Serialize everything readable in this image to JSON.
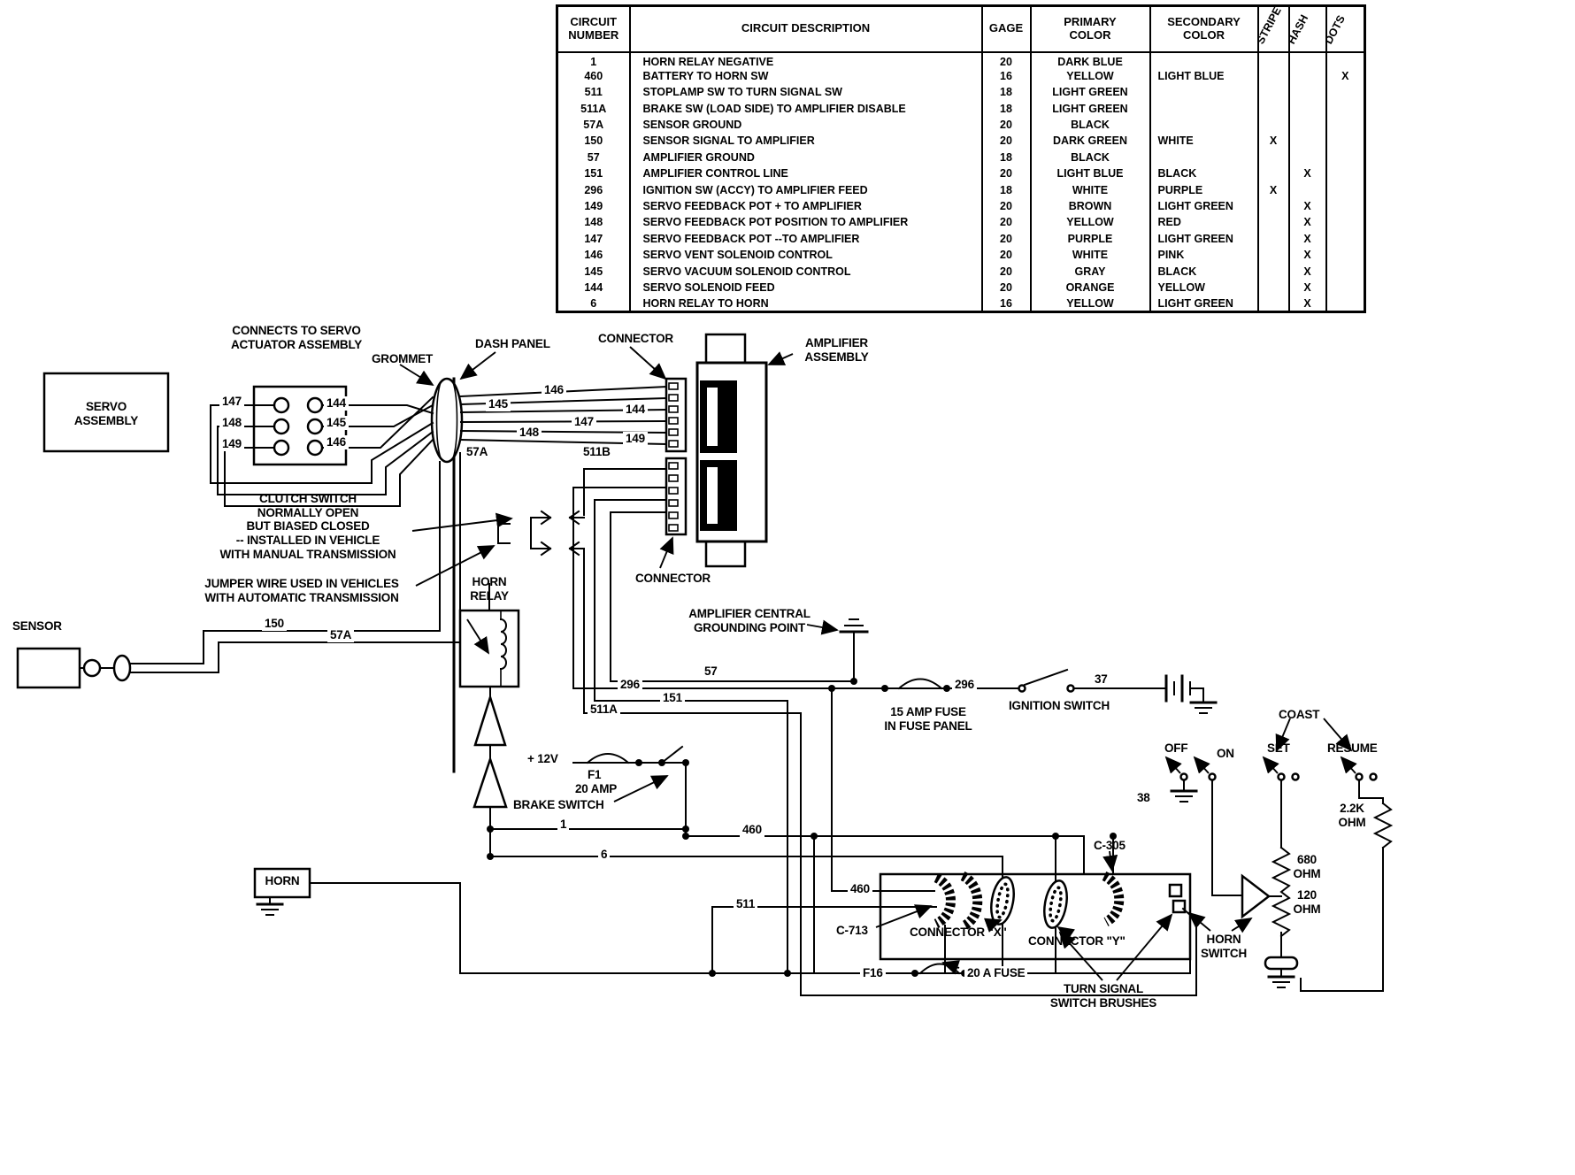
{
  "wire_table": {
    "headers": {
      "circuit_number": "CIRCUIT\nNUMBER",
      "description": "CIRCUIT DESCRIPTION",
      "gage": "GAGE",
      "primary_color": "PRIMARY\nCOLOR",
      "secondary_color": "SECONDARY\nCOLOR",
      "stripe": "STRIPE",
      "hash": "HASH",
      "dots": "DOTS"
    },
    "rows": [
      {
        "num": "1",
        "desc": "HORN RELAY NEGATIVE",
        "gage": "20",
        "primary": "DARK BLUE",
        "secondary": "",
        "stripe": "",
        "hash": "",
        "dots": ""
      },
      {
        "num": "460",
        "desc": "BATTERY TO HORN SW",
        "gage": "16",
        "primary": "YELLOW",
        "secondary": "LIGHT BLUE",
        "stripe": "",
        "hash": "",
        "dots": "X"
      },
      {
        "num": "511",
        "desc": "STOPLAMP SW TO TURN SIGNAL SW",
        "gage": "18",
        "primary": "LIGHT GREEN",
        "secondary": "",
        "stripe": "",
        "hash": "",
        "dots": ""
      },
      {
        "num": "511A",
        "desc": "BRAKE SW (LOAD SIDE) TO AMPLIFIER DISABLE",
        "gage": "18",
        "primary": "LIGHT GREEN",
        "secondary": "",
        "stripe": "",
        "hash": "",
        "dots": ""
      },
      {
        "num": "57A",
        "desc": "SENSOR GROUND",
        "gage": "20",
        "primary": "BLACK",
        "secondary": "",
        "stripe": "",
        "hash": "",
        "dots": ""
      },
      {
        "num": "150",
        "desc": "SENSOR SIGNAL TO AMPLIFIER",
        "gage": "20",
        "primary": "DARK GREEN",
        "secondary": "WHITE",
        "stripe": "X",
        "hash": "",
        "dots": ""
      },
      {
        "num": "57",
        "desc": "AMPLIFIER GROUND",
        "gage": "18",
        "primary": "BLACK",
        "secondary": "",
        "stripe": "",
        "hash": "",
        "dots": ""
      },
      {
        "num": "151",
        "desc": "AMPLIFIER CONTROL LINE",
        "gage": "20",
        "primary": "LIGHT BLUE",
        "secondary": "BLACK",
        "stripe": "",
        "hash": "X",
        "dots": ""
      },
      {
        "num": "296",
        "desc": "IGNITION SW (ACCY) TO AMPLIFIER FEED",
        "gage": "18",
        "primary": "WHITE",
        "secondary": "PURPLE",
        "stripe": "X",
        "hash": "",
        "dots": ""
      },
      {
        "num": "149",
        "desc": "SERVO FEEDBACK POT + TO AMPLIFIER",
        "gage": "20",
        "primary": "BROWN",
        "secondary": "LIGHT GREEN",
        "stripe": "",
        "hash": "X",
        "dots": ""
      },
      {
        "num": "148",
        "desc": "SERVO FEEDBACK POT  POSITION TO AMPLIFIER",
        "gage": "20",
        "primary": "YELLOW",
        "secondary": "RED",
        "stripe": "",
        "hash": "X",
        "dots": ""
      },
      {
        "num": "147",
        "desc": "SERVO FEEDBACK POT --TO AMPLIFIER",
        "gage": "20",
        "primary": "PURPLE",
        "secondary": "LIGHT GREEN",
        "stripe": "",
        "hash": "X",
        "dots": ""
      },
      {
        "num": "146",
        "desc": "SERVO VENT SOLENOID  CONTROL",
        "gage": "20",
        "primary": "WHITE",
        "secondary": "PINK",
        "stripe": "",
        "hash": "X",
        "dots": ""
      },
      {
        "num": "145",
        "desc": "SERVO VACUUM SOLENOID  CONTROL",
        "gage": "20",
        "primary": "GRAY",
        "secondary": "BLACK",
        "stripe": "",
        "hash": "X",
        "dots": ""
      },
      {
        "num": "144",
        "desc": "SERVO SOLENOID FEED",
        "gage": "20",
        "primary": "ORANGE",
        "secondary": "YELLOW",
        "stripe": "",
        "hash": "X",
        "dots": ""
      },
      {
        "num": "6",
        "desc": "HORN RELAY TO HORN",
        "gage": "16",
        "primary": "YELLOW",
        "secondary": "LIGHT GREEN",
        "stripe": "",
        "hash": "X",
        "dots": ""
      }
    ]
  },
  "diagram": {
    "servo_assembly": "SERVO\nASSEMBLY",
    "connects_to_servo": "CONNECTS TO SERVO\nACTUATOR ASSEMBLY",
    "grommet": "GROMMET",
    "dash_panel": "DASH PANEL",
    "connector_top": "CONNECTOR",
    "connector_bottom": "CONNECTOR",
    "amplifier_assembly": "AMPLIFIER\nASSEMBLY",
    "clutch_switch_note": "CLUTCH SWITCH\nNORMALLY OPEN\nBUT BIASED CLOSED\n-- INSTALLED IN VEHICLE\nWITH MANUAL TRANSMISSION",
    "jumper_note": "JUMPER WIRE USED IN VEHICLES\nWITH AUTOMATIC TRANSMISSION",
    "horn_relay": "HORN\nRELAY",
    "sensor": "SENSOR",
    "amplifier_grounding": "AMPLIFIER  CENTRAL\nGROUNDING  POINT",
    "ignition_switch": "IGNITION SWITCH",
    "fuse_panel_note": "15 AMP FUSE\nIN FUSE PANEL",
    "coast": "COAST",
    "off": "OFF",
    "on": "ON",
    "set": "SET",
    "resume": "RESUME",
    "brake_switch": "BRAKE SWITCH",
    "plus_12v": "+ 12V",
    "fuse_f1": "F1",
    "fuse_f1_rating": "20 AMP",
    "horn": "HORN",
    "c305": "C-305",
    "c713": "C-713",
    "connector_x": "CONNECTOR \"X\"",
    "connector_y": "CONNECTOR \"Y\"",
    "horn_switch": "HORN\nSWITCH",
    "f16": "F16",
    "fuse_20a": "20 A FUSE",
    "turn_signal_brushes": "TURN SIGNAL\nSWITCH BRUSHES",
    "r_22k": "2.2K\nOHM",
    "r_680": "680\nOHM",
    "r_120": "120\nOHM",
    "wires": {
      "w1": "1",
      "w6": "6",
      "w37": "37",
      "w38": "38",
      "w57": "57",
      "w57a": "57A",
      "w144": "144",
      "w145": "145",
      "w146": "146",
      "w147": "147",
      "w148": "148",
      "w149": "149",
      "w150": "150",
      "w151": "151",
      "w296": "296",
      "w460": "460",
      "w511": "511",
      "w511a": "511A",
      "w511b": "511B"
    }
  }
}
